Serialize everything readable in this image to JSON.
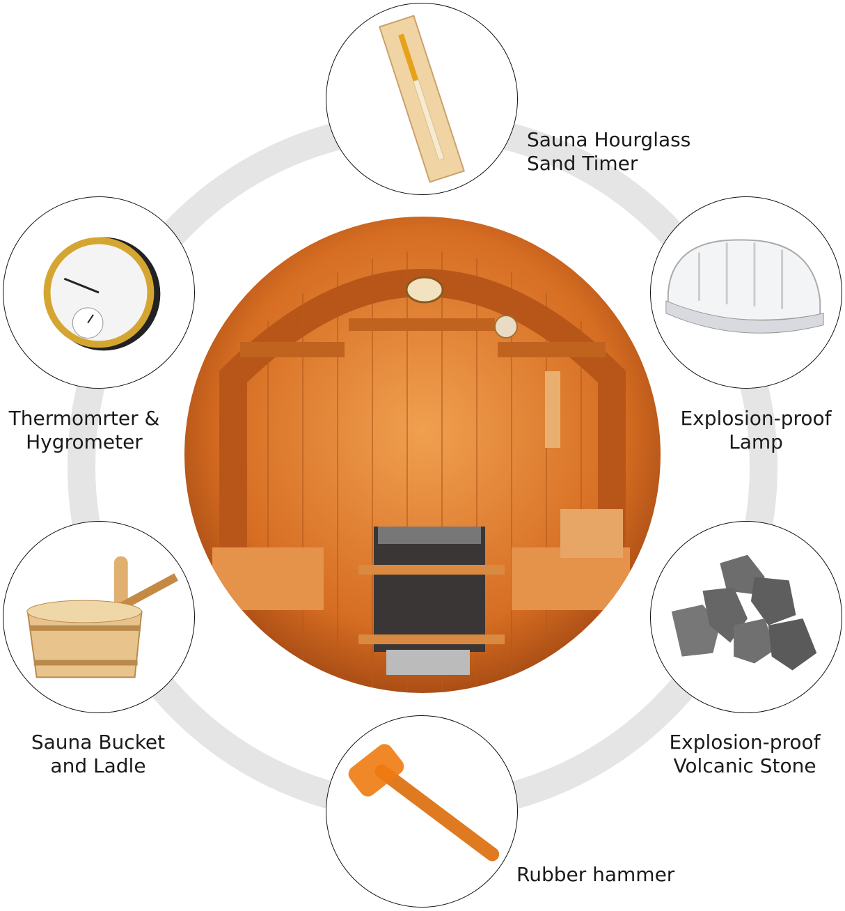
{
  "title": "Sauna accessories",
  "items": [
    {
      "label_line1": "Sauna Hourglass",
      "label_line2": "Sand Timer",
      "icon": "hourglass-sand-timer"
    },
    {
      "label_line1": "Thermomrter &",
      "label_line2": "Hygrometer",
      "icon": "thermometer-hygrometer"
    },
    {
      "label_line1": "Explosion-proof",
      "label_line2": "Lamp",
      "icon": "explosion-proof-lamp"
    },
    {
      "label_line1": "Sauna Bucket",
      "label_line2": "and Ladle",
      "icon": "bucket-ladle"
    },
    {
      "label_line1": "Explosion-proof",
      "label_line2": "Volcanic Stone",
      "icon": "volcanic-stone"
    },
    {
      "label_line1": "Rubber hammer",
      "label_line2": "",
      "icon": "rubber-hammer"
    }
  ],
  "colors": {
    "ring": "#e5e5e5",
    "wood": "#d9752a",
    "border": "#111111"
  }
}
